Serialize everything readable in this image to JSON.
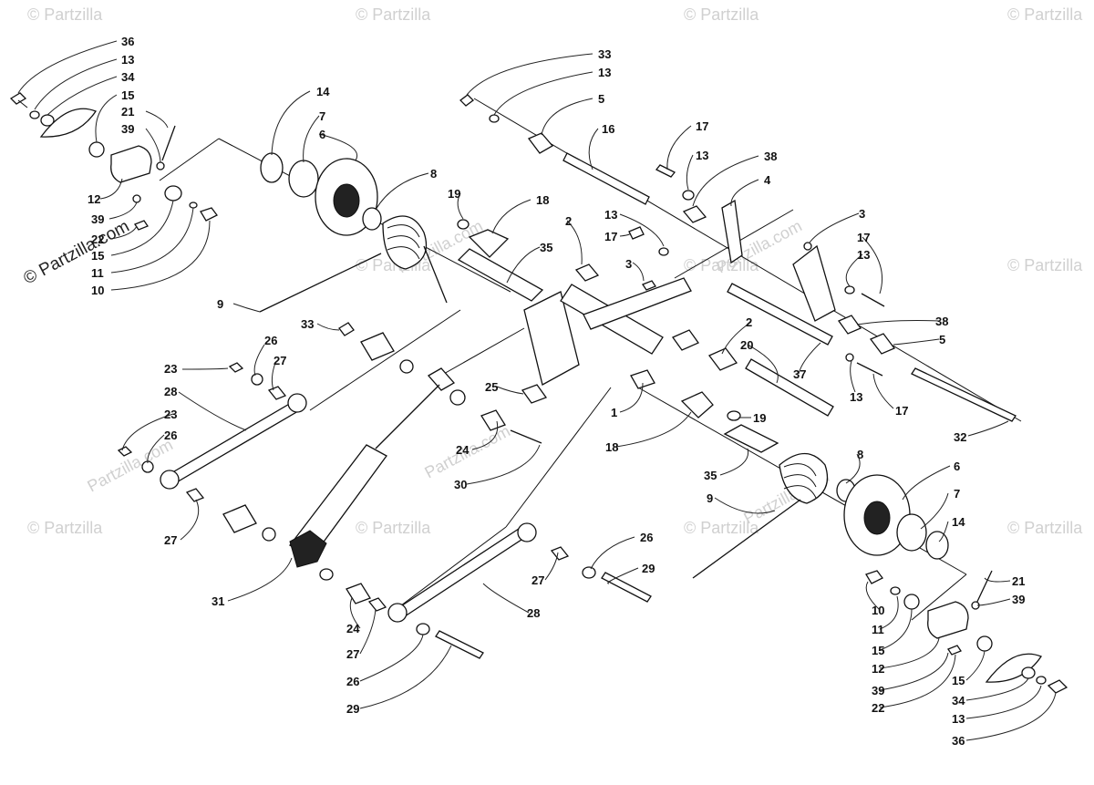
{
  "watermark": {
    "repeated_text": "© Partzilla",
    "side_text": "© Partzilla.com",
    "center_text": "Partzilla.com"
  },
  "callouts": [
    {
      "id": "c-36-tl",
      "text": "36"
    },
    {
      "id": "c-13-tl",
      "text": "13"
    },
    {
      "id": "c-34-tl",
      "text": "34"
    },
    {
      "id": "c-15-tl",
      "text": "15"
    },
    {
      "id": "c-21-tl",
      "text": "21"
    },
    {
      "id": "c-39-tl",
      "text": "39"
    },
    {
      "id": "c-12-tl",
      "text": "12"
    },
    {
      "id": "c-39-tl2",
      "text": "39"
    },
    {
      "id": "c-22-tl",
      "text": "22"
    },
    {
      "id": "c-15-tl2",
      "text": "15"
    },
    {
      "id": "c-11-tl",
      "text": "11"
    },
    {
      "id": "c-10-tl",
      "text": "10"
    },
    {
      "id": "c-14-t",
      "text": "14"
    },
    {
      "id": "c-7-t",
      "text": "7"
    },
    {
      "id": "c-6-t",
      "text": "6"
    },
    {
      "id": "c-8-t",
      "text": "8"
    },
    {
      "id": "c-9-t",
      "text": "9"
    },
    {
      "id": "c-33-tr",
      "text": "33"
    },
    {
      "id": "c-13-tr",
      "text": "13"
    },
    {
      "id": "c-5-tr",
      "text": "5"
    },
    {
      "id": "c-16",
      "text": "16"
    },
    {
      "id": "c-17-a",
      "text": "17"
    },
    {
      "id": "c-13-a",
      "text": "13"
    },
    {
      "id": "c-38-a",
      "text": "38"
    },
    {
      "id": "c-4",
      "text": "4"
    },
    {
      "id": "c-19-a",
      "text": "19"
    },
    {
      "id": "c-18-a",
      "text": "18"
    },
    {
      "id": "c-2-a",
      "text": "2"
    },
    {
      "id": "c-35-a",
      "text": "35"
    },
    {
      "id": "c-13-b",
      "text": "13"
    },
    {
      "id": "c-17-b",
      "text": "17"
    },
    {
      "id": "c-3-a",
      "text": "3"
    },
    {
      "id": "c-3-b",
      "text": "3"
    },
    {
      "id": "c-17-c",
      "text": "17"
    },
    {
      "id": "c-13-c",
      "text": "13"
    },
    {
      "id": "c-38-b",
      "text": "38"
    },
    {
      "id": "c-5-b",
      "text": "5"
    },
    {
      "id": "c-2-b",
      "text": "2"
    },
    {
      "id": "c-20",
      "text": "20"
    },
    {
      "id": "c-37",
      "text": "37"
    },
    {
      "id": "c-13-d",
      "text": "13"
    },
    {
      "id": "c-17-d",
      "text": "17"
    },
    {
      "id": "c-32",
      "text": "32"
    },
    {
      "id": "c-33-m",
      "text": "33"
    },
    {
      "id": "c-26-a",
      "text": "26"
    },
    {
      "id": "c-27-a",
      "text": "27"
    },
    {
      "id": "c-23-a",
      "text": "23"
    },
    {
      "id": "c-28-a",
      "text": "28"
    },
    {
      "id": "c-23-b",
      "text": "23"
    },
    {
      "id": "c-26-b",
      "text": "26"
    },
    {
      "id": "c-25",
      "text": "25"
    },
    {
      "id": "c-1",
      "text": "1"
    },
    {
      "id": "c-19-b",
      "text": "19"
    },
    {
      "id": "c-18-b",
      "text": "18"
    },
    {
      "id": "c-24-a",
      "text": "24"
    },
    {
      "id": "c-30",
      "text": "30"
    },
    {
      "id": "c-27-b",
      "text": "27"
    },
    {
      "id": "c-35-b",
      "text": "35"
    },
    {
      "id": "c-8-b",
      "text": "8"
    },
    {
      "id": "c-6-b",
      "text": "6"
    },
    {
      "id": "c-9-b",
      "text": "9"
    },
    {
      "id": "c-7-b",
      "text": "7"
    },
    {
      "id": "c-14-b",
      "text": "14"
    },
    {
      "id": "c-26-c",
      "text": "26"
    },
    {
      "id": "c-27-c",
      "text": "27"
    },
    {
      "id": "c-29-a",
      "text": "29"
    },
    {
      "id": "c-28-b",
      "text": "28"
    },
    {
      "id": "c-31",
      "text": "31"
    },
    {
      "id": "c-24-b",
      "text": "24"
    },
    {
      "id": "c-27-d",
      "text": "27"
    },
    {
      "id": "c-26-d",
      "text": "26"
    },
    {
      "id": "c-29-b",
      "text": "29"
    },
    {
      "id": "c-21-br",
      "text": "21"
    },
    {
      "id": "c-39-br",
      "text": "39"
    },
    {
      "id": "c-10-br",
      "text": "10"
    },
    {
      "id": "c-11-br",
      "text": "11"
    },
    {
      "id": "c-15-br",
      "text": "15"
    },
    {
      "id": "c-12-br",
      "text": "12"
    },
    {
      "id": "c-39-br2",
      "text": "39"
    },
    {
      "id": "c-22-br",
      "text": "22"
    },
    {
      "id": "c-15-br2",
      "text": "15"
    },
    {
      "id": "c-34-br",
      "text": "34"
    },
    {
      "id": "c-13-br",
      "text": "13"
    },
    {
      "id": "c-36-br",
      "text": "36"
    }
  ]
}
